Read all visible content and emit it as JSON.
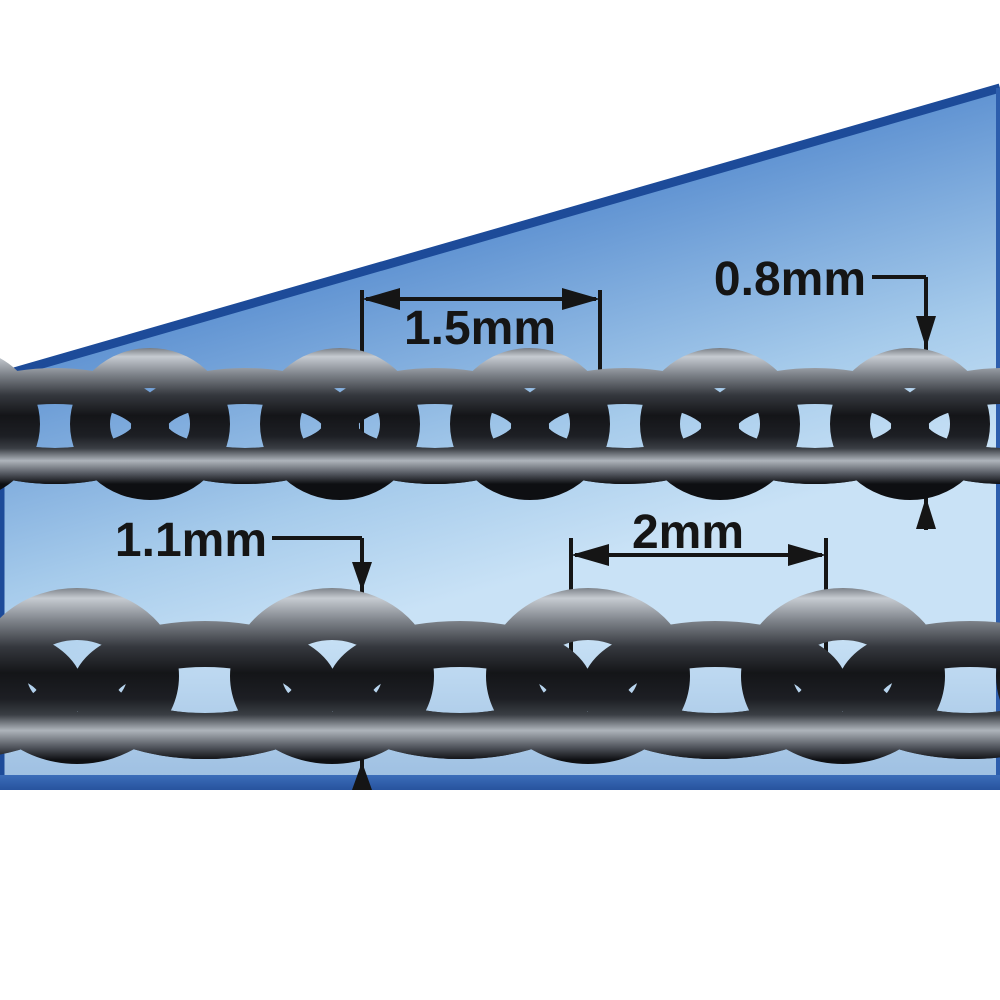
{
  "measurements": {
    "small_chain": {
      "pitch": "1.5mm",
      "width": "0.8mm"
    },
    "large_chain": {
      "pitch": "2mm",
      "width": "1.1mm"
    }
  },
  "colors": {
    "border_blue": "#1d4b99",
    "bottom_bar_blue": "#2d5ead",
    "sky_top_blue": "#6093d2",
    "sky_light_blue": "#c9e2f6",
    "sky_bottom_blue": "#9ec3e6",
    "metal_dark": "#141519",
    "metal_highlight": "#c6cbd1",
    "dimension_line": "#151515"
  }
}
